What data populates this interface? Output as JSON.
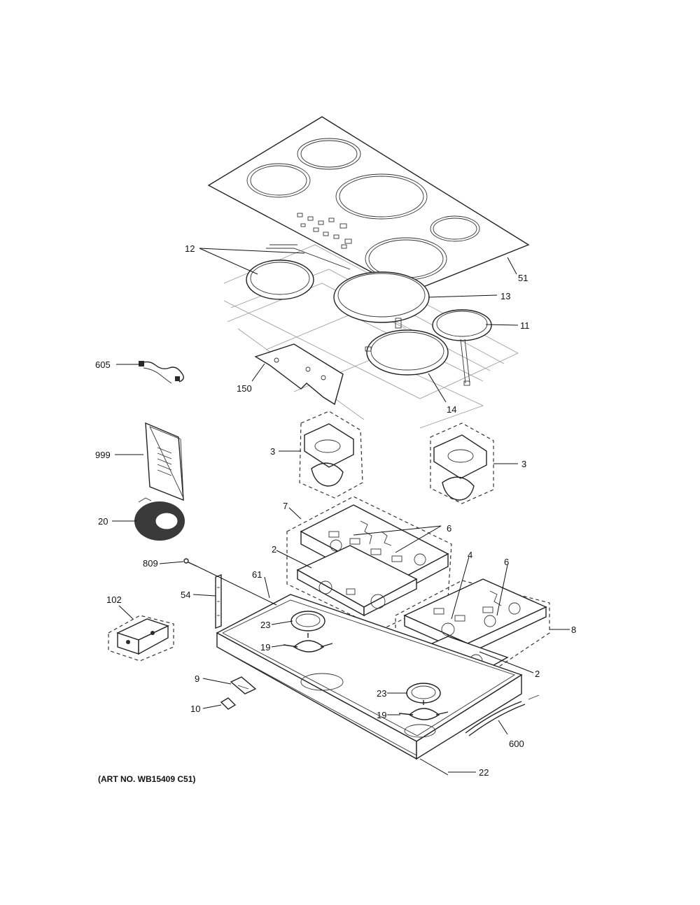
{
  "caption": "(ART NO. WB15409 C51)",
  "callouts": {
    "glass_top": "51",
    "element_small": "12",
    "element_large_rear": "13",
    "element_small_right": "11",
    "element_large_front": "14",
    "harness_605": "605",
    "bracket_150": "150",
    "manual": "999",
    "kit_left": "3",
    "kit_right": "3",
    "cable_20": "20",
    "control_left": "7",
    "sensor_6a": "6",
    "sensor_6b": "6",
    "board_2a": "2",
    "part_4": "4",
    "screw_809": "809",
    "part_61": "61",
    "bracket_54": "54",
    "terminal_102": "102",
    "ring_23a": "23",
    "spider_19a": "19",
    "control_right": "8",
    "board_2b": "2",
    "clip_9": "9",
    "clip_10": "10",
    "ring_23b": "23",
    "spider_19b": "19",
    "cord_600": "600",
    "part_22": "22"
  }
}
